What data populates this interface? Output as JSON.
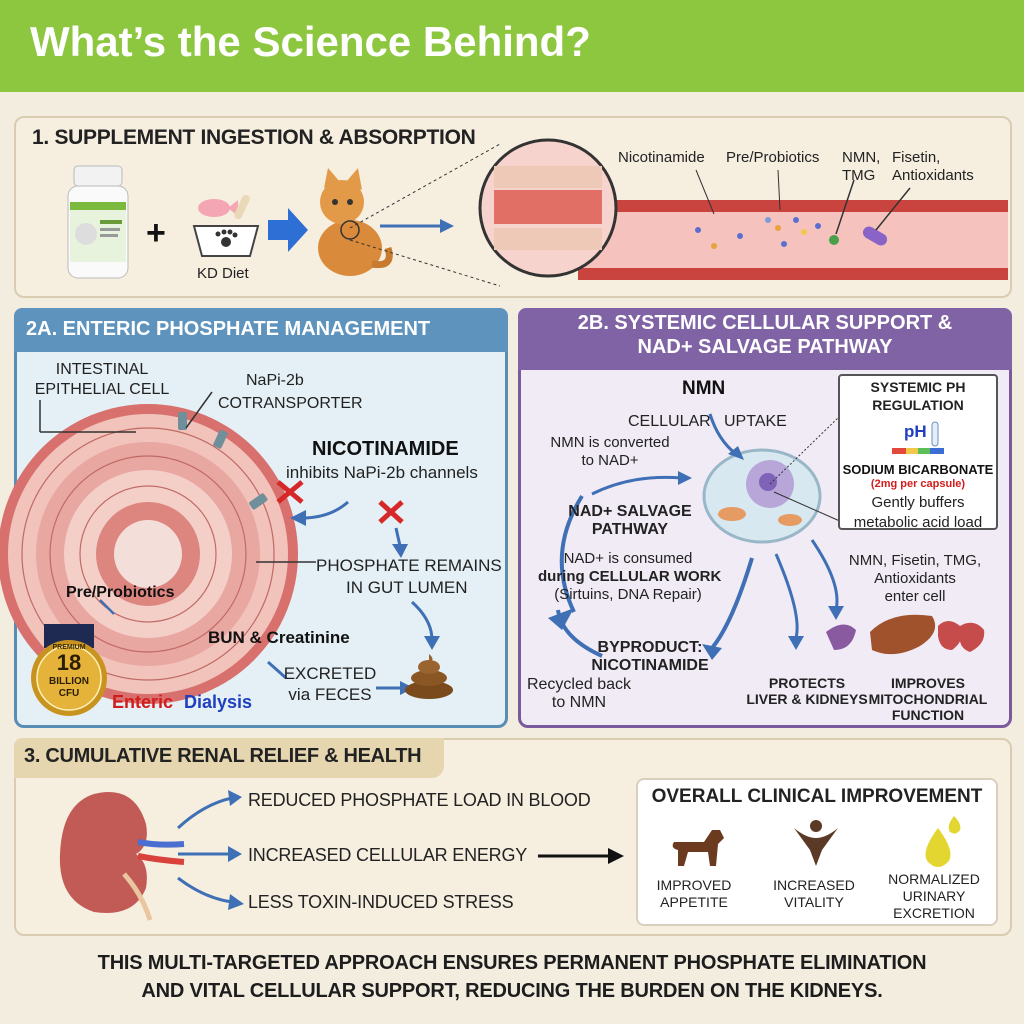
{
  "banner": {
    "title": "What’s the Science Behind?"
  },
  "section1": {
    "heading": "1. SUPPLEMENT INGESTION & ABSORPTION",
    "plus": "+",
    "diet_label": "KD Diet",
    "vessel_labels": [
      "Nicotinamide",
      "Pre/Probiotics",
      "NMN,",
      "TMG",
      "Fisetin,",
      "Antioxidants"
    ]
  },
  "section2a": {
    "heading": "2A. ENTERIC PHOSPHATE MANAGEMENT",
    "cell_label": [
      "INTESTINAL",
      "EPITHELIAL CELL"
    ],
    "napi_label": [
      "NaPi-2b",
      "COTRANSPORTER"
    ],
    "nicotinamide": "NICOTINAMIDE",
    "inhibits": "inhibits NaPi-2b channels",
    "phosphate_remains": [
      "PHOSPHATE REMAINS",
      "IN GUT LUMEN"
    ],
    "probiotics": "Pre/Probiotics",
    "bun": "BUN & Creatinine",
    "excreted": [
      "EXCRETED",
      "via FECES"
    ],
    "badge": {
      "top": "PREMIUM",
      "number": "18",
      "line2": "BILLION",
      "line3": "CFU"
    },
    "enteric": "Enteric",
    "dialysis": "Dialysis"
  },
  "section2b": {
    "heading": [
      "2B. SYSTEMIC CELLULAR SUPPORT &",
      "NAD+ SALVAGE PATHWAY"
    ],
    "nmn": "NMN",
    "cellular": "CELLULAR",
    "uptake": "UPTAKE",
    "converted": [
      "NMN is converted",
      "to NAD+"
    ],
    "salvage": [
      "NAD+ SALVAGE",
      "PATHWAY"
    ],
    "consumed": [
      "NAD+ is consumed",
      "during CELLULAR WORK",
      "(Sirtuins, DNA Repair)"
    ],
    "byproduct": [
      "BYPRODUCT:",
      "NICOTINAMIDE"
    ],
    "recycled": [
      "Recycled back",
      "to NMN"
    ],
    "ph_box": {
      "title": [
        "SYSTEMIC PH",
        "REGULATION"
      ],
      "ph": "pH",
      "sodium": "SODIUM BICARBONATE",
      "dose": "(2mg per capsule)",
      "buffers": [
        "Gently buffers",
        "metabolic acid load"
      ]
    },
    "enter_cell": [
      "NMN, Fisetin, TMG,",
      "Antioxidants",
      "enter cell"
    ],
    "protects": [
      "PROTECTS",
      "LIVER & KIDNEYS"
    ],
    "improves": [
      "IMPROVES",
      "MITOCHONDRIAL",
      "FUNCTION"
    ]
  },
  "section3": {
    "heading": "3. CUMULATIVE RENAL RELIEF & HEALTH",
    "benefits": [
      "REDUCED PHOSPHATE LOAD IN BLOOD",
      "INCREASED CELLULAR ENERGY",
      "LESS TOXIN-INDUCED STRESS"
    ],
    "clinical_title": "OVERALL CLINICAL IMPROVEMENT",
    "outcomes": [
      [
        "IMPROVED",
        "APPETITE"
      ],
      [
        "INCREASED",
        "VITALITY"
      ],
      [
        "NORMALIZED",
        "URINARY",
        "EXCRETION"
      ]
    ]
  },
  "footer": {
    "lines": [
      "THIS MULTI-TARGETED APPROACH ENSURES PERMANENT PHOSPHATE ELIMINATION",
      "AND VITAL CELLULAR SUPPORT, REDUCING THE BURDEN ON THE KIDNEYS."
    ]
  },
  "colors": {
    "banner": "#8dc63f",
    "panel_2a": "#5e93bd",
    "panel_2b": "#8063a5",
    "arrow_blue": "#3f6fb5",
    "red_x": "#d62828",
    "enteric_red": "#d11d1d",
    "dialysis_blue": "#1f3fbf"
  }
}
